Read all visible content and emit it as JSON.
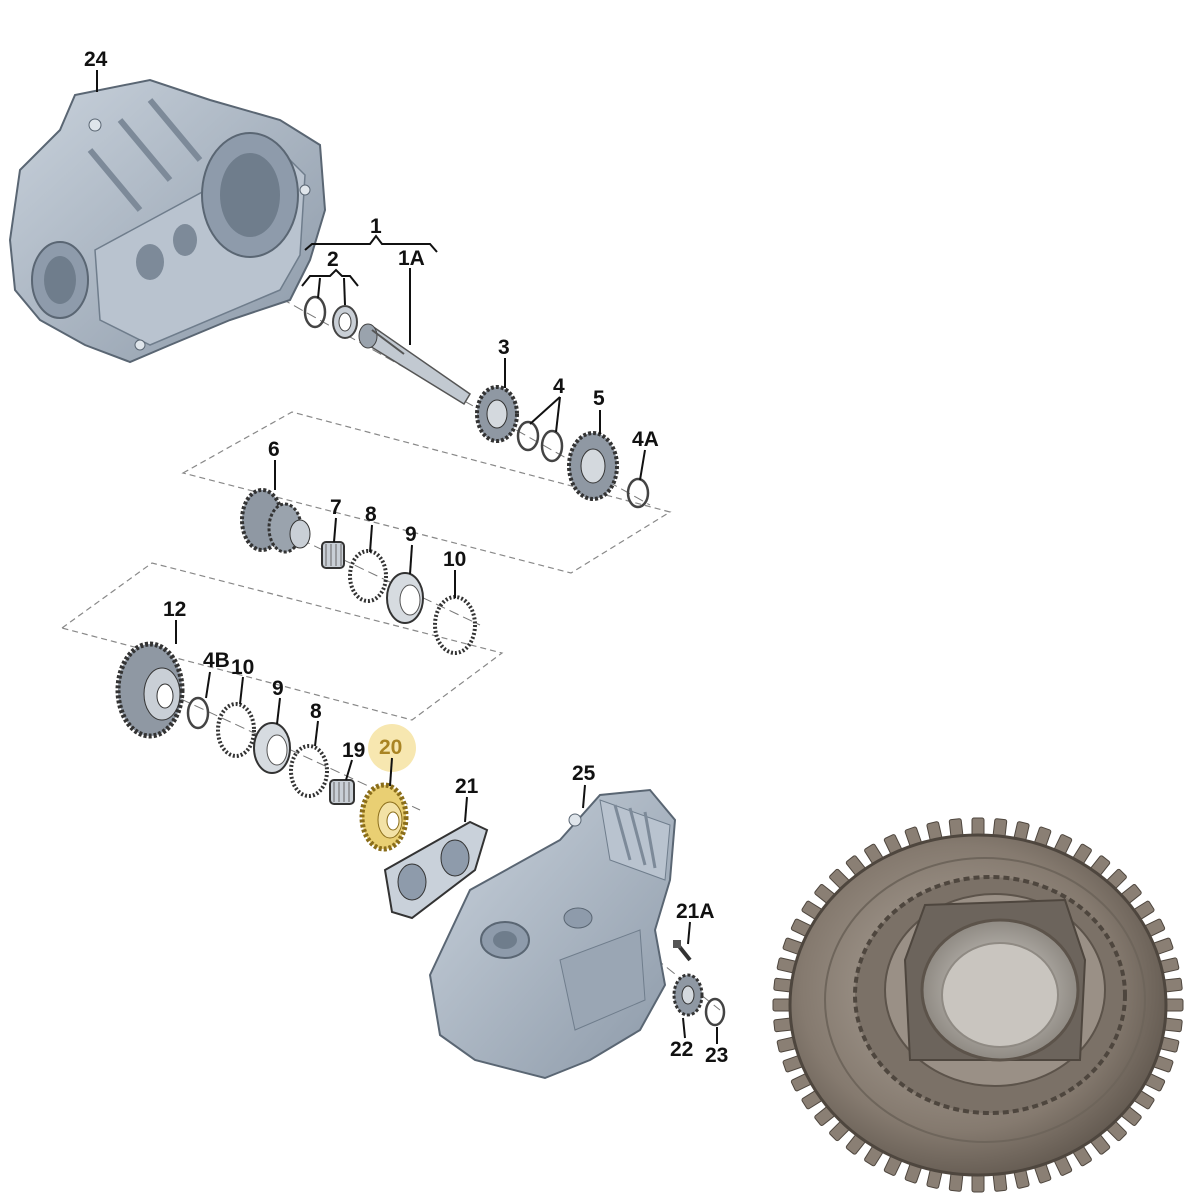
{
  "part_labels": {
    "p1": "1",
    "p1a": "1A",
    "p2": "2",
    "p3": "3",
    "p4": "4",
    "p4a": "4A",
    "p4b": "4B",
    "p5": "5",
    "p6": "6",
    "p7": "7",
    "p8a": "8",
    "p8b": "8",
    "p9a": "9",
    "p9b": "9",
    "p10a": "10",
    "p10b": "10",
    "p12": "12",
    "p19": "19",
    "p20": "20",
    "p21": "21",
    "p21a": "21A",
    "p22": "22",
    "p23": "23",
    "p24": "24",
    "p25": "25"
  },
  "highlighted_part": "20",
  "colors": {
    "housing": "#aeb9c6",
    "housing_dark": "#6f7d8c",
    "steel": "#c2c9d1",
    "gear_highlight": "#e9cf73",
    "highlight_halo": "#f7e7b0",
    "photo_gear": "#8a7f74"
  }
}
